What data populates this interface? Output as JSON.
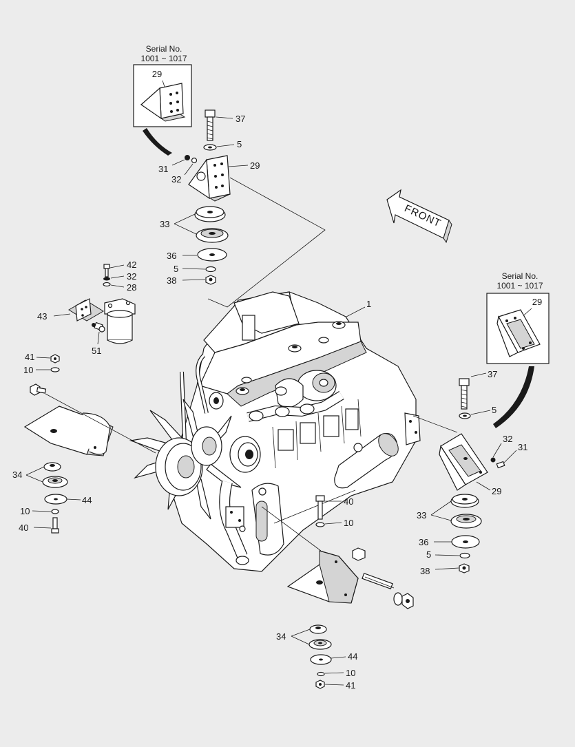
{
  "inset_top": {
    "serial_title": "Serial No.",
    "serial_range": "1001 ~ 1017",
    "part": "29"
  },
  "inset_right": {
    "serial_title": "Serial No.",
    "serial_range": "1001 ~ 1017",
    "part": "29"
  },
  "front_arrow": {
    "label": "FRONT"
  },
  "callouts": {
    "top_mount": {
      "bolt": "37",
      "washer": "5",
      "bracket": "29",
      "screw": "31",
      "lockwasher": "32",
      "rubber": "33",
      "cushion": "36",
      "washer2": "5",
      "nut": "38"
    },
    "filter": {
      "bolt": "42",
      "lockwasher": "32",
      "washer": "28",
      "bracket": "43",
      "fitting": "51"
    },
    "engine": {
      "assembly": "1"
    },
    "left_mount": {
      "nut": "41",
      "washer": "10",
      "rubber": "34",
      "plate": "44",
      "washer2": "10",
      "bolt": "40"
    },
    "right_mount": {
      "bolt": "37",
      "washer": "5",
      "lockwasher": "32",
      "screw": "31",
      "bracket": "29",
      "rubber": "33",
      "cushion": "36",
      "washer2": "5",
      "nut": "38"
    },
    "bottom_mount": {
      "bolt": "40",
      "washer": "10",
      "rubber": "34",
      "plate": "44",
      "washer2": "10",
      "nut": "41"
    }
  }
}
